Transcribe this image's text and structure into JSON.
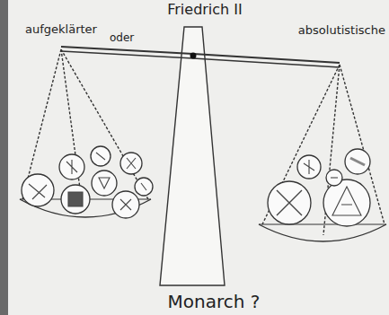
{
  "diagram": {
    "labels": [
      "Friedrich II",
      "aufgeklärter",
      "oder",
      "absolutistische",
      "Monarch ?"
    ]
  }
}
